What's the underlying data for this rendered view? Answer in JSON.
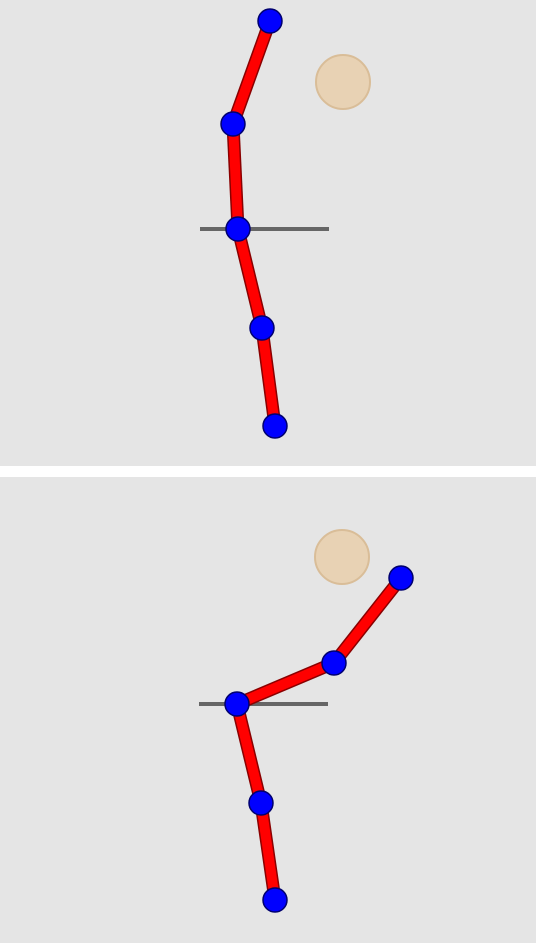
{
  "scene": {
    "background_color": "#e5e5e5",
    "divider_color": "#ffffff",
    "limb_color": "#ff0000",
    "joint_color": "#0000ff",
    "target_color": "#e8d2b4",
    "base_color": "#666666"
  },
  "panels": [
    {
      "name": "frame-1",
      "joints": [
        [
          275,
          426
        ],
        [
          262,
          328
        ],
        [
          238,
          229
        ],
        [
          233,
          124
        ],
        [
          270,
          21
        ]
      ],
      "target": [
        343,
        82
      ],
      "base": [
        200,
        229,
        329
      ]
    },
    {
      "name": "frame-2",
      "joints": [
        [
          275,
          423
        ],
        [
          261,
          326
        ],
        [
          237,
          227
        ],
        [
          334,
          186
        ],
        [
          401,
          101
        ]
      ],
      "target": [
        342,
        80
      ],
      "base": [
        199,
        227,
        328
      ]
    }
  ]
}
